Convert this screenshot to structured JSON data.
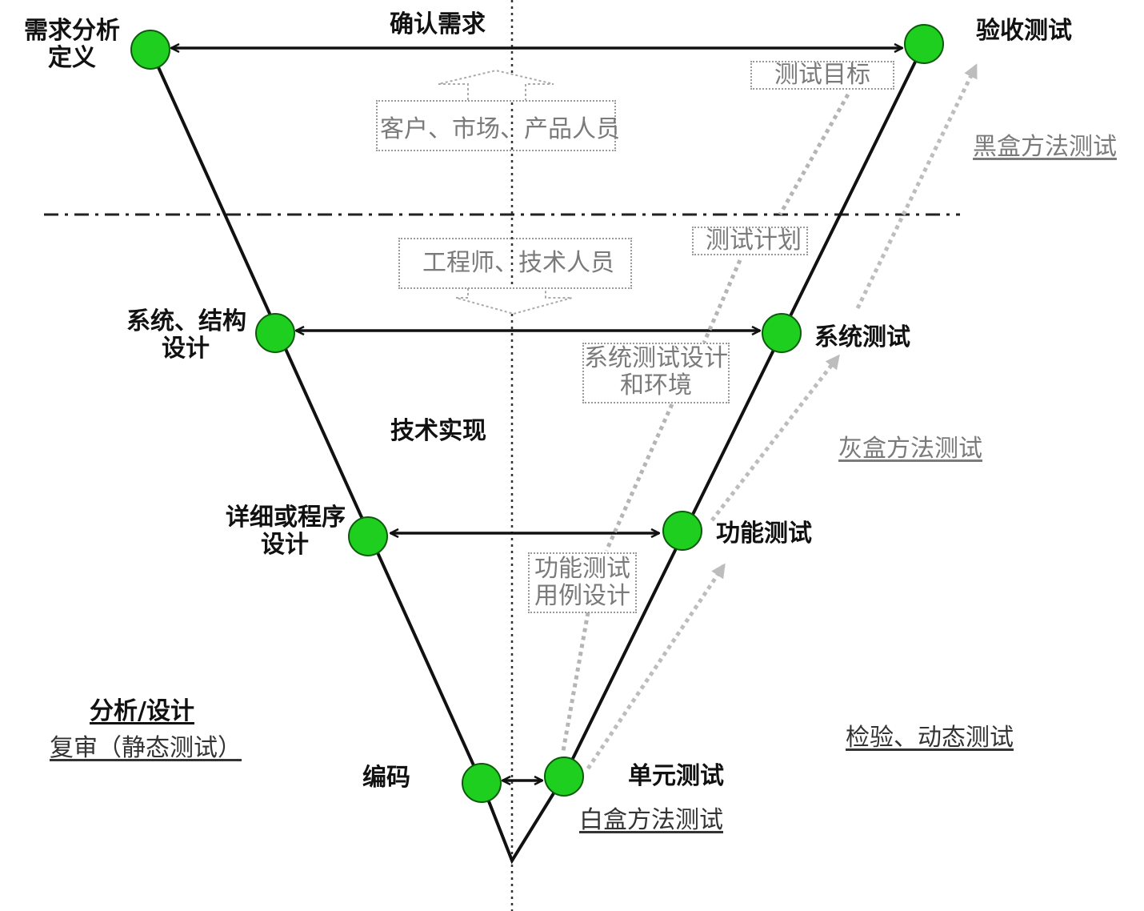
{
  "left_phases": {
    "requirements": [
      "需求分析",
      "定义"
    ],
    "system_design": [
      "系统、结构",
      "设计"
    ],
    "detail_design": [
      "详细或程序",
      "设计"
    ],
    "coding": "编码"
  },
  "right_phases": {
    "acceptance_test": "验收测试",
    "system_test": "系统测试",
    "function_test": "功能测试",
    "unit_test": "单元测试"
  },
  "arrow_labels": {
    "confirm_requirements": "确认需求",
    "tech_implementation": "技术实现"
  },
  "boxes": {
    "customers": "客户、市场、产品人员",
    "engineers": "工程师、技术人员",
    "test_goal": "测试目标",
    "test_plan": "测试计划",
    "system_test_design": [
      "系统测试设计",
      "和环境"
    ],
    "function_test_design": [
      "功能测试",
      "用例设计"
    ]
  },
  "methods": {
    "black_box": "黑盒方法测试",
    "gray_box": "灰盒方法测试",
    "white_box": "白盒方法测试"
  },
  "bottom_left": {
    "title": "分析/设计",
    "subtitle": "复审（静态测试）"
  },
  "bottom_right": "检验、动态测试",
  "colors": {
    "node_fill": "#1fcf1f",
    "node_stroke": "#0c5a0c",
    "line": "#111111",
    "dotted": "#a8a8a8"
  }
}
